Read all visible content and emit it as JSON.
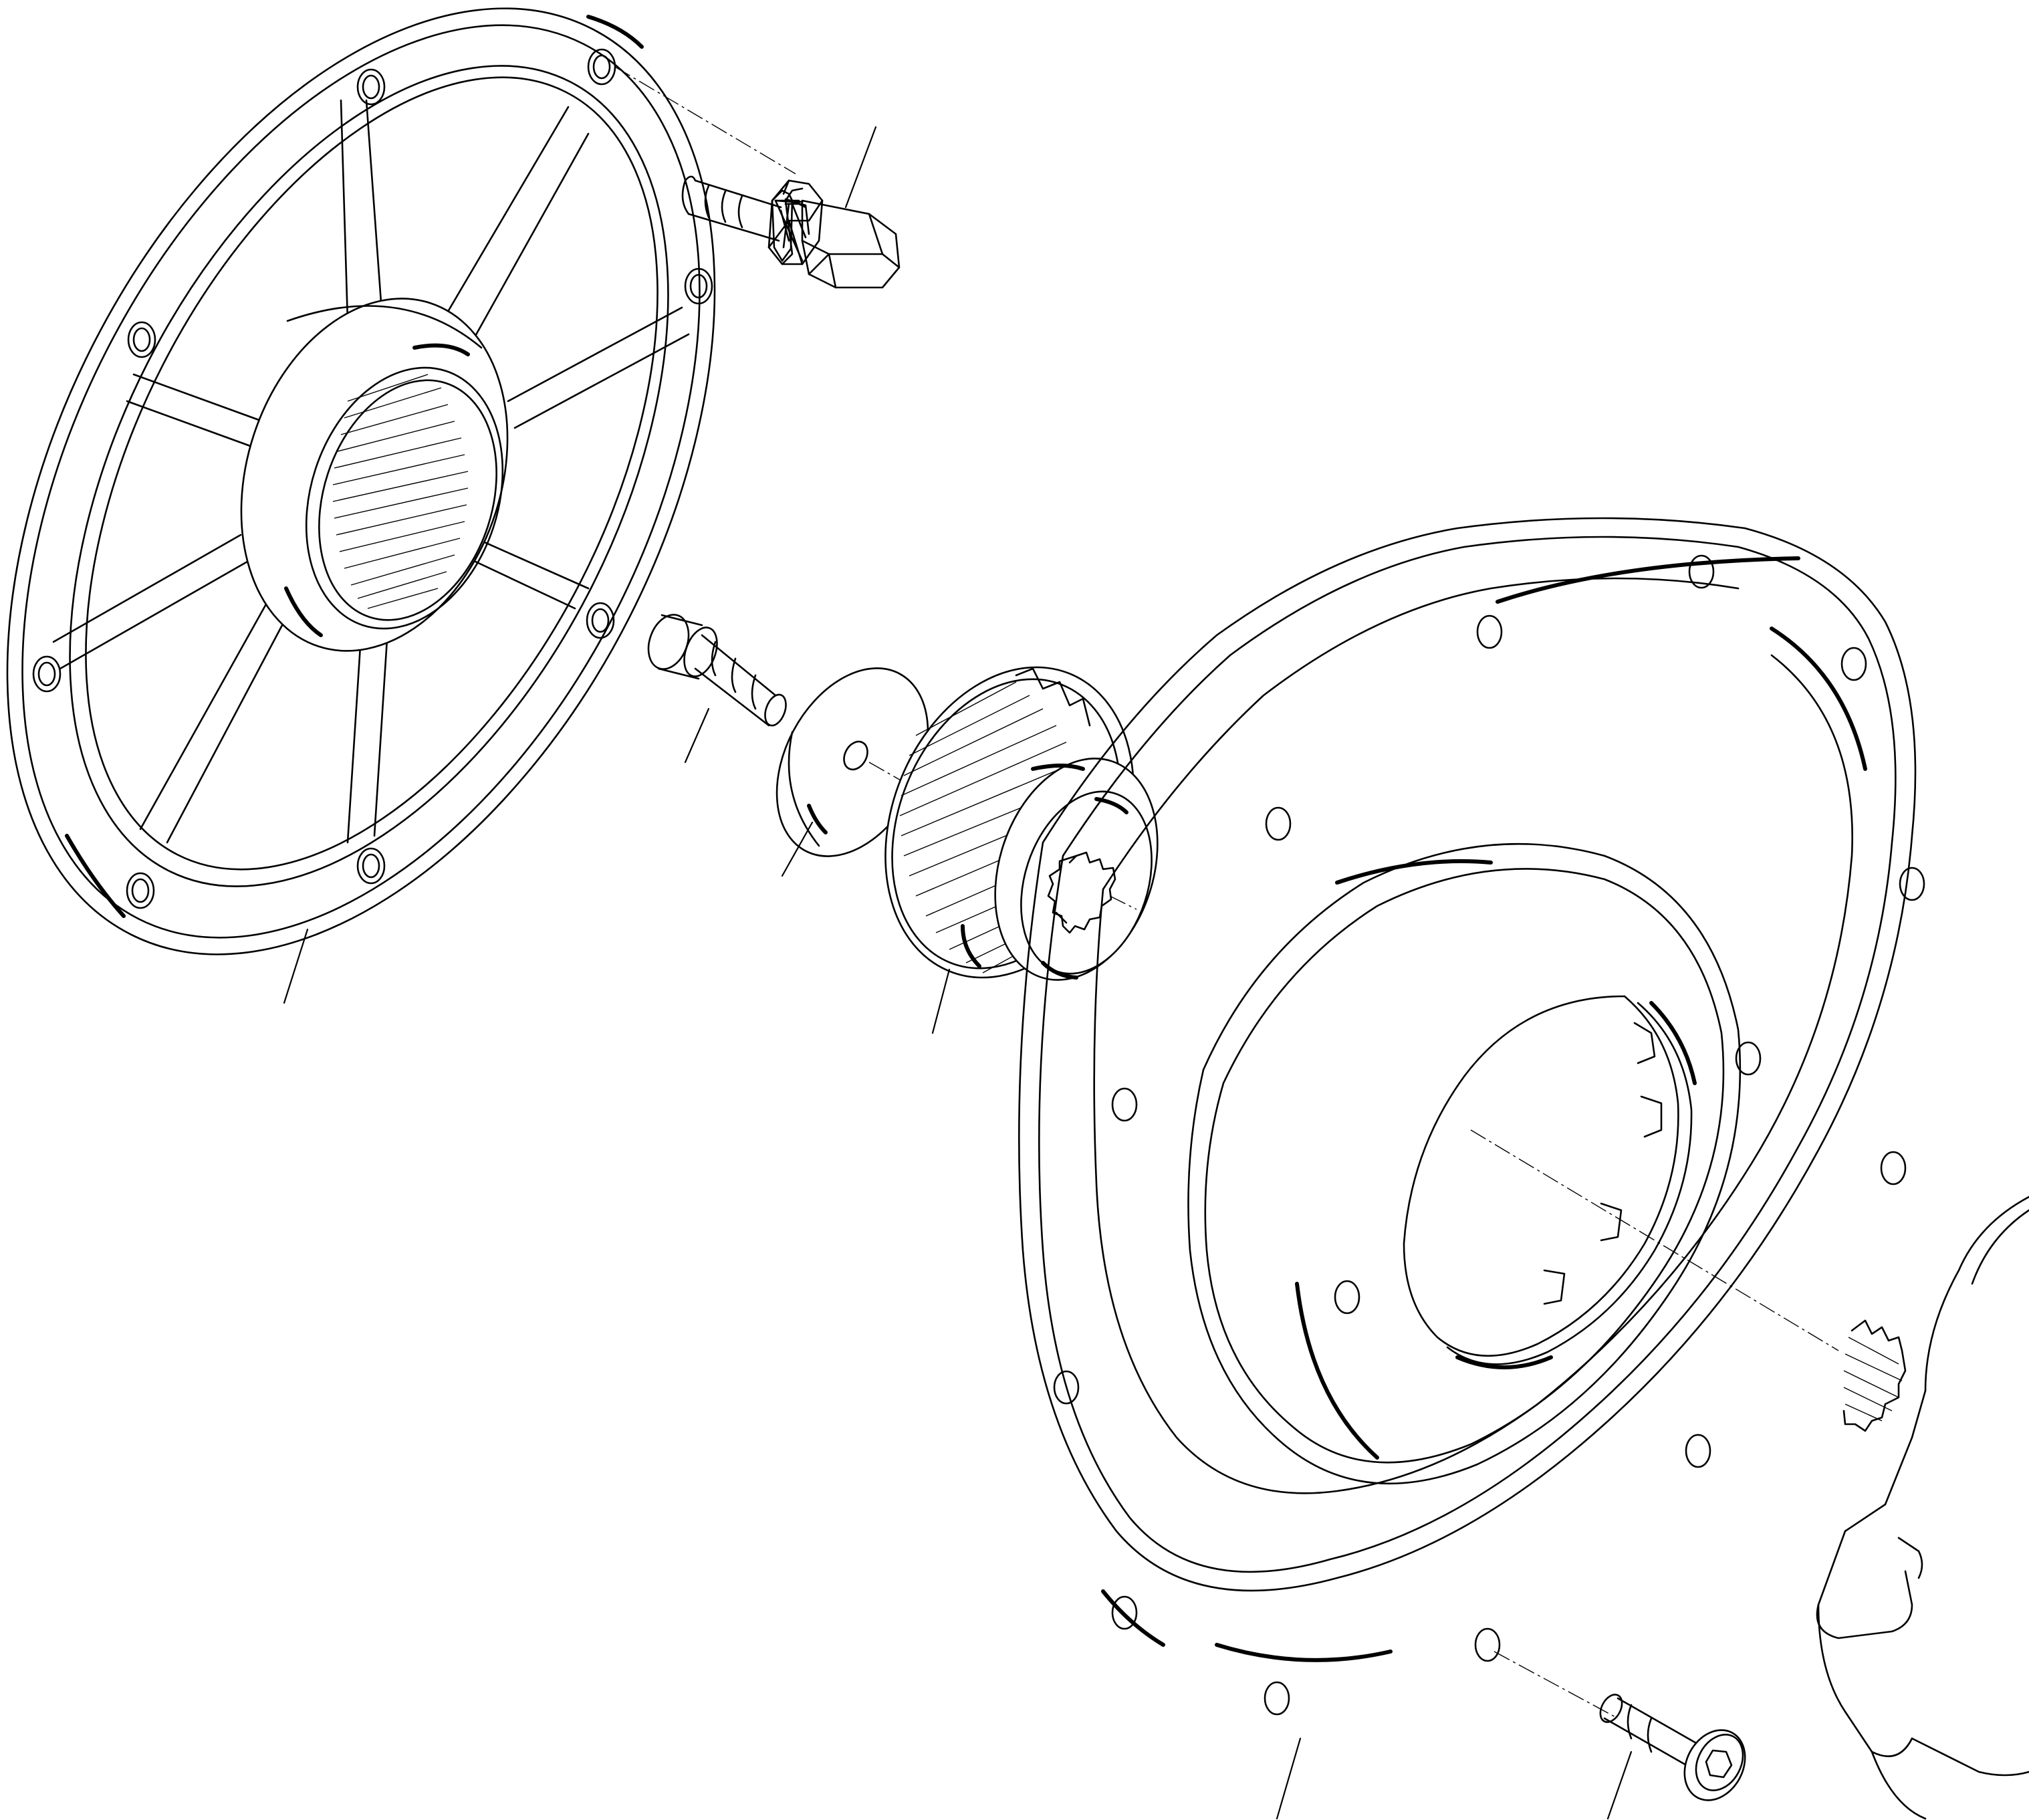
{
  "diagram": {
    "type": "exploded-parts-view",
    "parts": [
      {
        "id": "ring-gear-carrier",
        "kind": "spoked ring with internal spline",
        "leader": "bottom-left"
      },
      {
        "id": "hex-bolt",
        "kind": "hex head bolt",
        "leader": "top"
      },
      {
        "id": "shaft-pin",
        "kind": "stepped pin",
        "leader": "left"
      },
      {
        "id": "thrust-washer",
        "kind": "flat washer",
        "leader": "left"
      },
      {
        "id": "helical-gear",
        "kind": "helical gear with splined hub",
        "leader": "bottom"
      },
      {
        "id": "flywheel-plate",
        "kind": "drive plate with bolt circle",
        "leader": "bottom"
      },
      {
        "id": "socket-head-screw",
        "kind": "socket head cap screw",
        "leader": "bottom"
      },
      {
        "id": "splined-shaft-housing",
        "kind": "housing with splined stub shaft",
        "leader": "none"
      }
    ],
    "callout_labels": []
  },
  "colors": {
    "line": "#000000",
    "background": "#ffffff"
  }
}
